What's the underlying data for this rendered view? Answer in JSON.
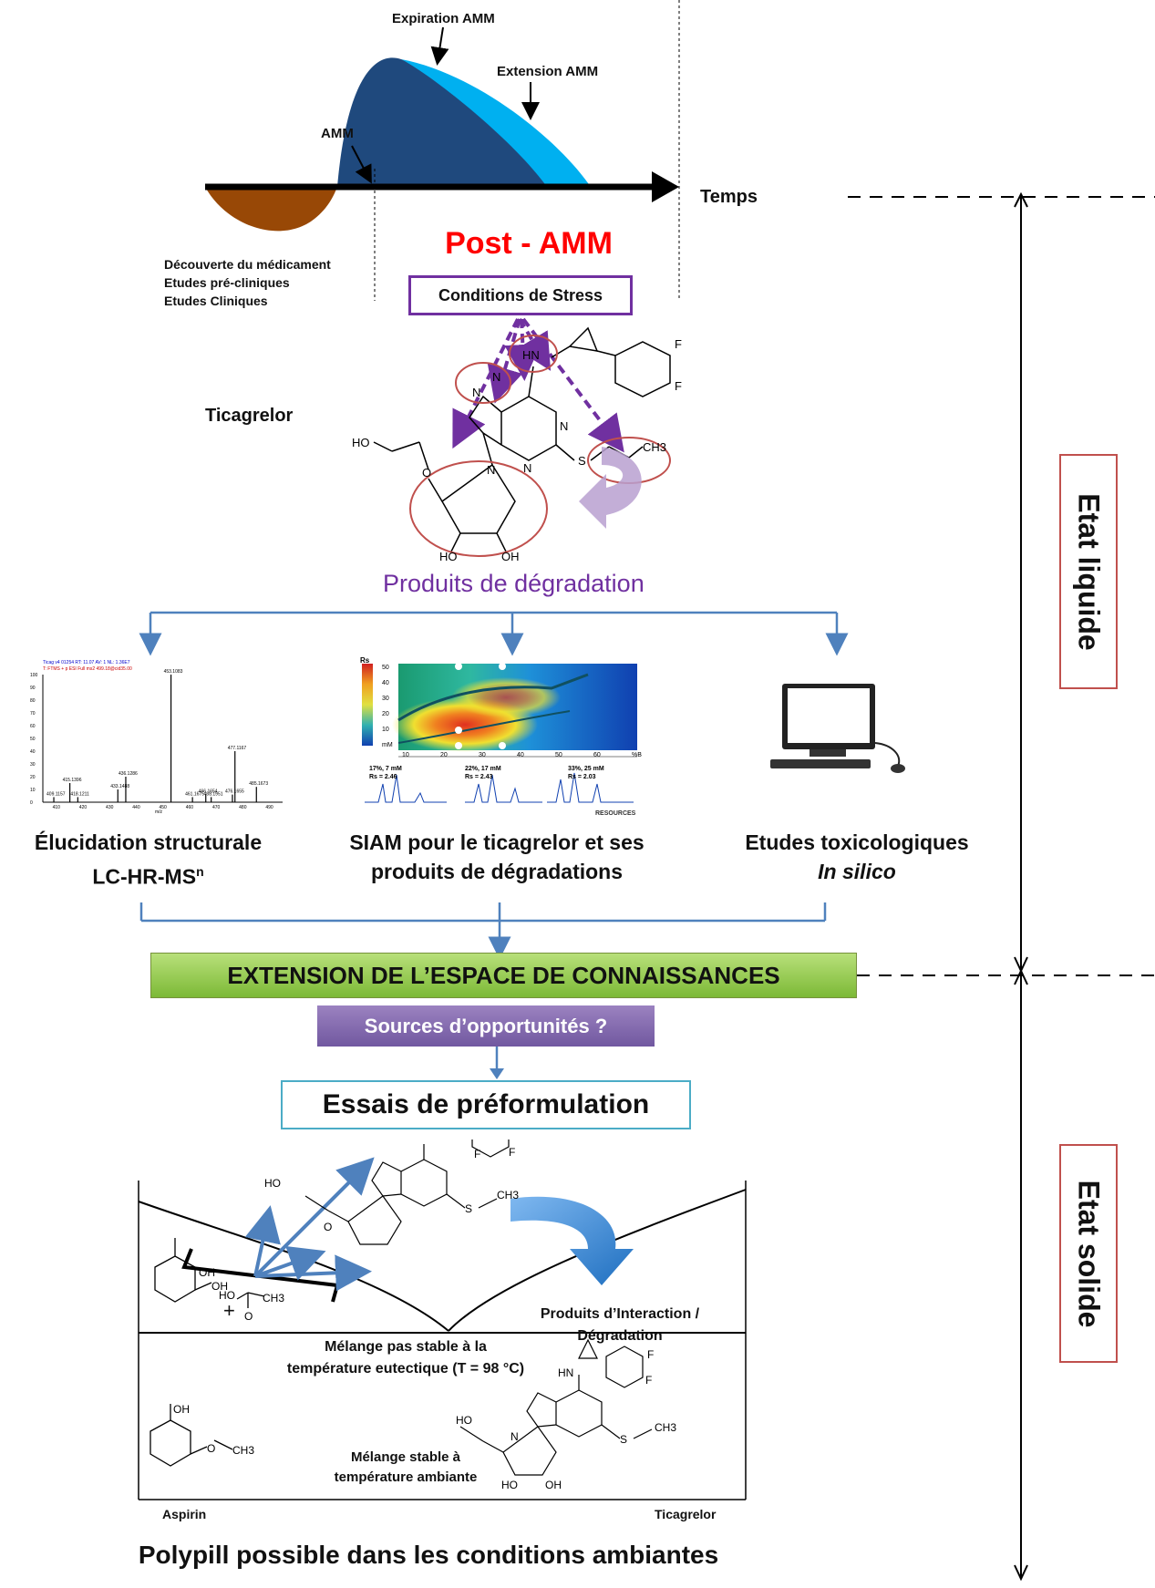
{
  "lifecycle": {
    "expiration_label": "Expiration AMM",
    "extension_label": "Extension AMM",
    "amm_label": "AMM",
    "time_label": "Temps",
    "pre_lines": [
      "Découverte du médicament",
      "Etudes pré-cliniques",
      "Etudes Cliniques"
    ]
  },
  "post_amm": {
    "title": "Post - AMM",
    "stress_box": "Conditions de Stress"
  },
  "molecule_top": {
    "name": "Ticagrelor",
    "atoms": {
      "hn": "HN",
      "f1": "F",
      "f2": "F",
      "n1": "N",
      "n2": "N",
      "n3": "N",
      "n4": "N",
      "n5": "N",
      "ho": "HO",
      "o": "O",
      "s": "S",
      "ch3": "CH3",
      "ho2": "HO",
      "oh": "OH"
    }
  },
  "degradation_label": "Produits de dégradation",
  "panels": {
    "left_caption_1": "Élucidation structurale",
    "left_caption_2": "LC-HR-MS",
    "left_caption_sup": "n",
    "mid_caption_1": "SIAM pour le ticagrelor et ses",
    "mid_caption_2": "produits de dégradations",
    "right_caption_1": "Etudes toxicologiques",
    "right_caption_2": "In silico",
    "ms_header_1": "Ticag v4 01254 RT: 11.07 AV: 1 NL: 1.36E7",
    "ms_header_2": "T: FTMS + p ESI Full ms2 499.18@cid35.00",
    "ms_peaks": [
      {
        "mz": "409.1157",
        "rel": 4
      },
      {
        "mz": "415.1396",
        "rel": 15
      },
      {
        "mz": "418.1211",
        "rel": 4
      },
      {
        "mz": "433.1488",
        "rel": 10
      },
      {
        "mz": "436.1286",
        "rel": 20
      },
      {
        "mz": "453.1083",
        "rel": 100
      },
      {
        "mz": "461.1675",
        "rel": 4
      },
      {
        "mz": "466.1654",
        "rel": 6
      },
      {
        "mz": "468.1951",
        "rel": 4
      },
      {
        "mz": "476.1655",
        "rel": 6
      },
      {
        "mz": "477.1167",
        "rel": 40
      },
      {
        "mz": "485.1673",
        "rel": 12
      }
    ],
    "ms_xticks": [
      "410",
      "420",
      "430",
      "440",
      "450",
      "460",
      "470",
      "480",
      "490"
    ],
    "ms_yticks": [
      "0",
      "10",
      "20",
      "30",
      "40",
      "50",
      "60",
      "70",
      "80",
      "90",
      "100"
    ],
    "ms_xlabel": "m/z",
    "hm_ylabel": "Rs",
    "hm_yticks": [
      "50",
      "40",
      "30",
      "20",
      "10",
      "mM"
    ],
    "hm_xticks": [
      "10",
      "20",
      "30",
      "40",
      "50",
      "60",
      "%B"
    ],
    "chrom_labels": [
      {
        "l1": "17%, 7 mM",
        "l2": "Rs = 2.46"
      },
      {
        "l1": "22%, 17 mM",
        "l2": "Rs = 2.43"
      },
      {
        "l1": "33%, 25 mM",
        "l2": "Rs = 2.03"
      }
    ],
    "hm_brand": "RESOURCES"
  },
  "knowledge_box": "EXTENSION DE L’ESPACE DE CONNAISSANCES",
  "opportunities_box": "Sources d’opportunités ?",
  "preformulation_box": "Essais de préformulation",
  "phase_diagram": {
    "interaction_1": "Produits d’Interaction /",
    "interaction_2": "Dégradation",
    "unstable_1": "Mélange pas stable à la",
    "unstable_2": "température  eutectique (T = 98 °C)",
    "stable_1": "Mélange stable à",
    "stable_2": "température ambiante",
    "x_left": "Aspirin",
    "x_right": "Ticagrelor",
    "plus": "+",
    "atoms": {
      "oh": "OH",
      "ho": "HO",
      "o": "O",
      "ch3": "CH3",
      "hn": "HN",
      "f": "F",
      "n": "N",
      "s": "S"
    }
  },
  "conclusion": "Polypill possible dans les conditions ambiantes",
  "side": {
    "liquid": "Etat liquide",
    "solid": "Etat solide"
  },
  "colors": {
    "post_amm_red": "#ff0000",
    "stress_border": "#7030a0",
    "degradation_text": "#7030a0",
    "dark_blue": "#1f497d",
    "light_blue": "#00b0f0",
    "brown": "#984806",
    "flow_blue": "#4f81bd",
    "knowledge_green": "#92d050",
    "opportunities_purple": "#8064a2",
    "preformulation_border": "#4bacc6",
    "side_border": "#c0504d"
  }
}
